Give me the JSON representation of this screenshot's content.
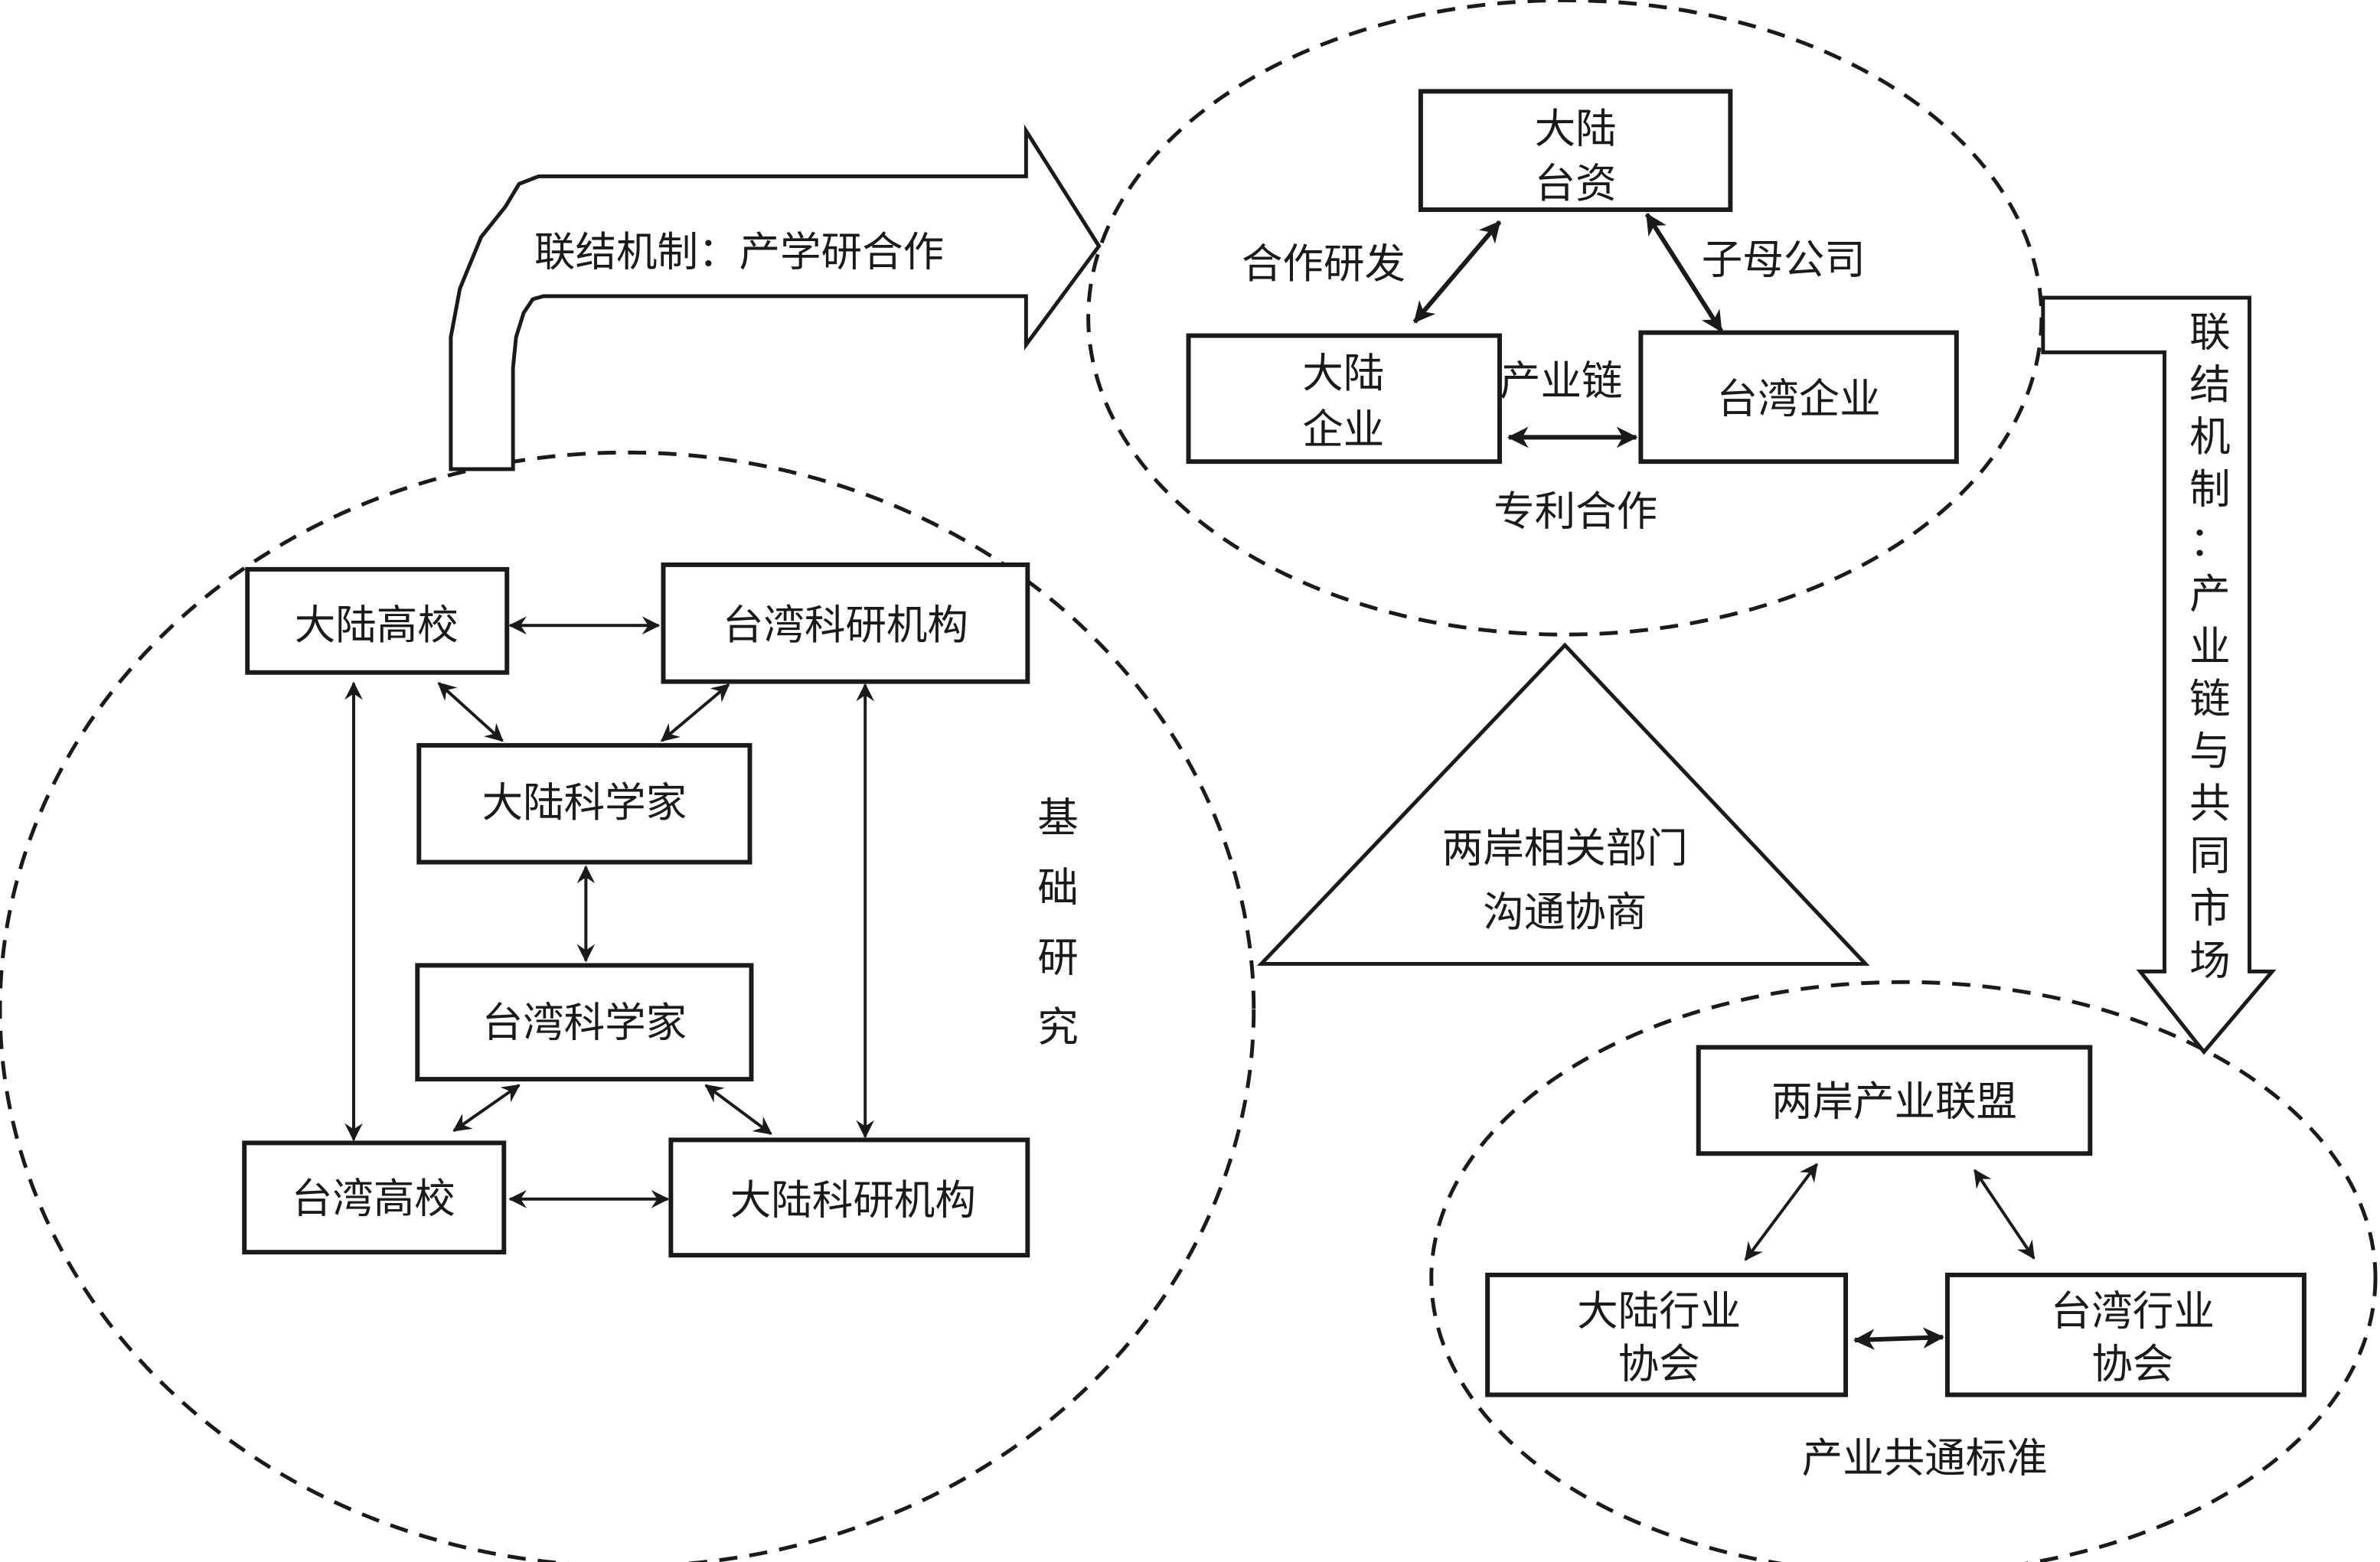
{
  "arrows": {
    "top_link": "联结机制：产学研合作",
    "right_link": [
      "联",
      "结",
      "机",
      "制",
      "：",
      "产",
      "业",
      "链",
      "与",
      "共",
      "同",
      "市",
      "场"
    ]
  },
  "basic_research": {
    "label": [
      "基",
      "础",
      "研",
      "究"
    ],
    "nodes": {
      "mainland_univ": "大陆高校",
      "taiwan_inst": "台湾科研机构",
      "mainland_sci": "大陆科学家",
      "taiwan_sci": "台湾科学家",
      "taiwan_univ": "台湾高校",
      "mainland_inst": "大陆科研机构"
    }
  },
  "enterprise": {
    "nodes": {
      "tw_invest_line1": "大陆",
      "tw_invest_line2": "台资",
      "mainland_ent_line1": "大陆",
      "mainland_ent_line2": "企业",
      "taiwan_ent": "台湾企业"
    },
    "edges": {
      "rd": "合作研发",
      "parent": "子母公司",
      "chain": "产业链",
      "patent": "专利合作"
    }
  },
  "government": {
    "line1": "两岸相关部门",
    "line2": "沟通协商"
  },
  "industry": {
    "nodes": {
      "alliance": "两岸产业联盟",
      "mainland_assoc_line1": "大陆行业",
      "mainland_assoc_line2": "协会",
      "taiwan_assoc_line1": "台湾行业",
      "taiwan_assoc_line2": "协会"
    },
    "label": "产业共通标准"
  }
}
